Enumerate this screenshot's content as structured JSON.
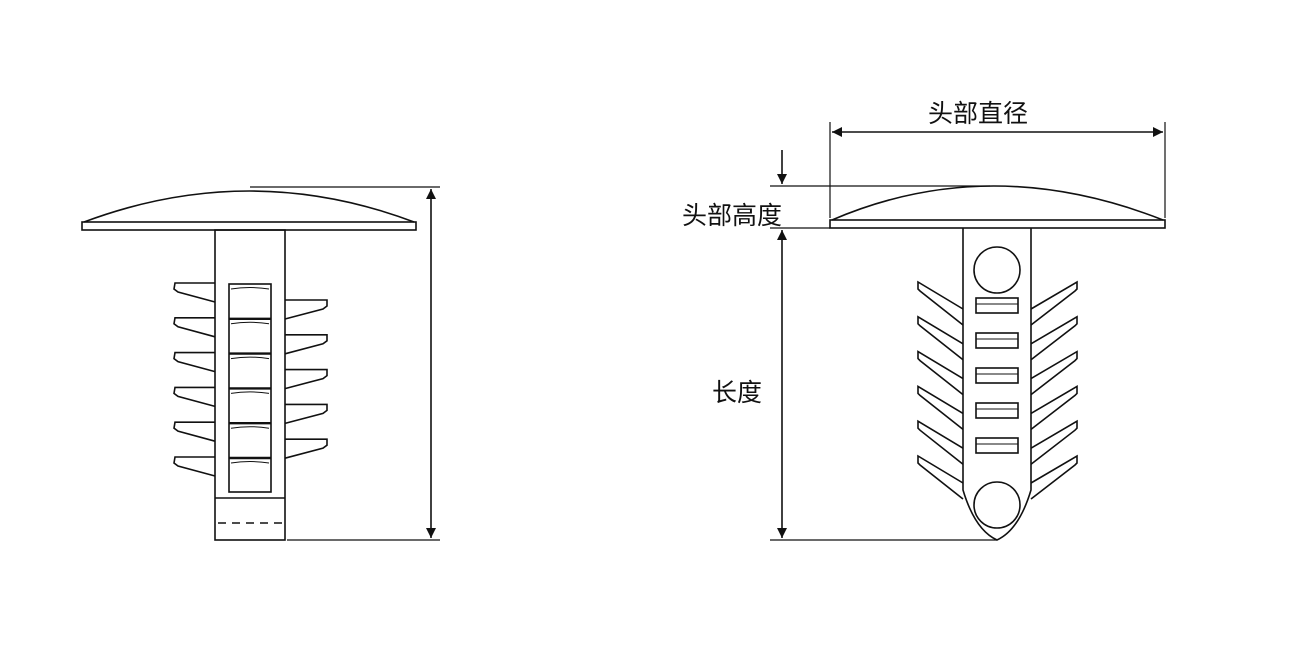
{
  "labels": {
    "head_diameter": "头部直径",
    "head_height": "头部高度",
    "length": "长度"
  },
  "views": {
    "left": "side-view",
    "right": "front-view"
  },
  "fins_per_side": 6,
  "slots_count": 5,
  "line_color": "#111111"
}
